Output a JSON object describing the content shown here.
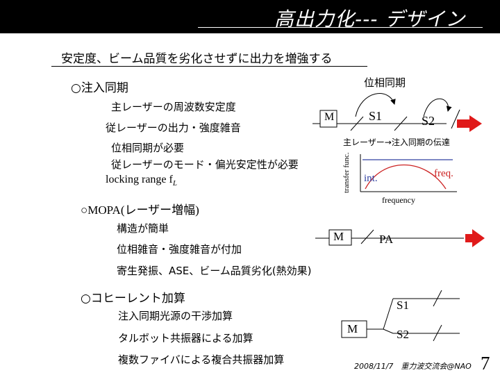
{
  "slide": {
    "title": "高出力化--- デザイン",
    "subtitle": "安定度、ビーム品質を劣化させずに出力を増強する",
    "footer": "2008/11/7　重力波交流会@NAO",
    "page_number": "7"
  },
  "injection": {
    "heading": "○注入同期",
    "items": [
      "主レーザーの周波数安定度",
      "従レーザーの出力・強度雑音",
      "位相同期が必要",
      "従レーザーのモード・偏光安定性が必要"
    ],
    "locking_text": "locking range f",
    "locking_sub": "L",
    "diagram": {
      "phase_label": "位相同期",
      "m": "M",
      "s1": "S1",
      "s2": "S2",
      "transfer_title": "主レーザー→注入同期の伝達",
      "ylabel": "transfer func.",
      "xlabel": "frequency",
      "int_label": "int.",
      "freq_label": "freq."
    }
  },
  "mopa": {
    "heading": "○MOPA(レーザー増幅)",
    "items": [
      "構造が簡単",
      "位相雑音・強度雑音が付加",
      "寄生発振、ASE、ビーム品質劣化(熱効果)"
    ],
    "diagram": {
      "m": "M",
      "pa": "PA"
    }
  },
  "coherent": {
    "heading": "○コヒーレント加算",
    "items": [
      "注入同期光源の干渉加算",
      "タルボット共振器による加算",
      "複数ファイバによる複合共振器加算"
    ],
    "diagram": {
      "m": "M",
      "s1": "S1",
      "s2": "S2"
    }
  },
  "colors": {
    "accent": "#e01a1a",
    "curve": "#cc2222",
    "int_line": "#3040a0"
  }
}
